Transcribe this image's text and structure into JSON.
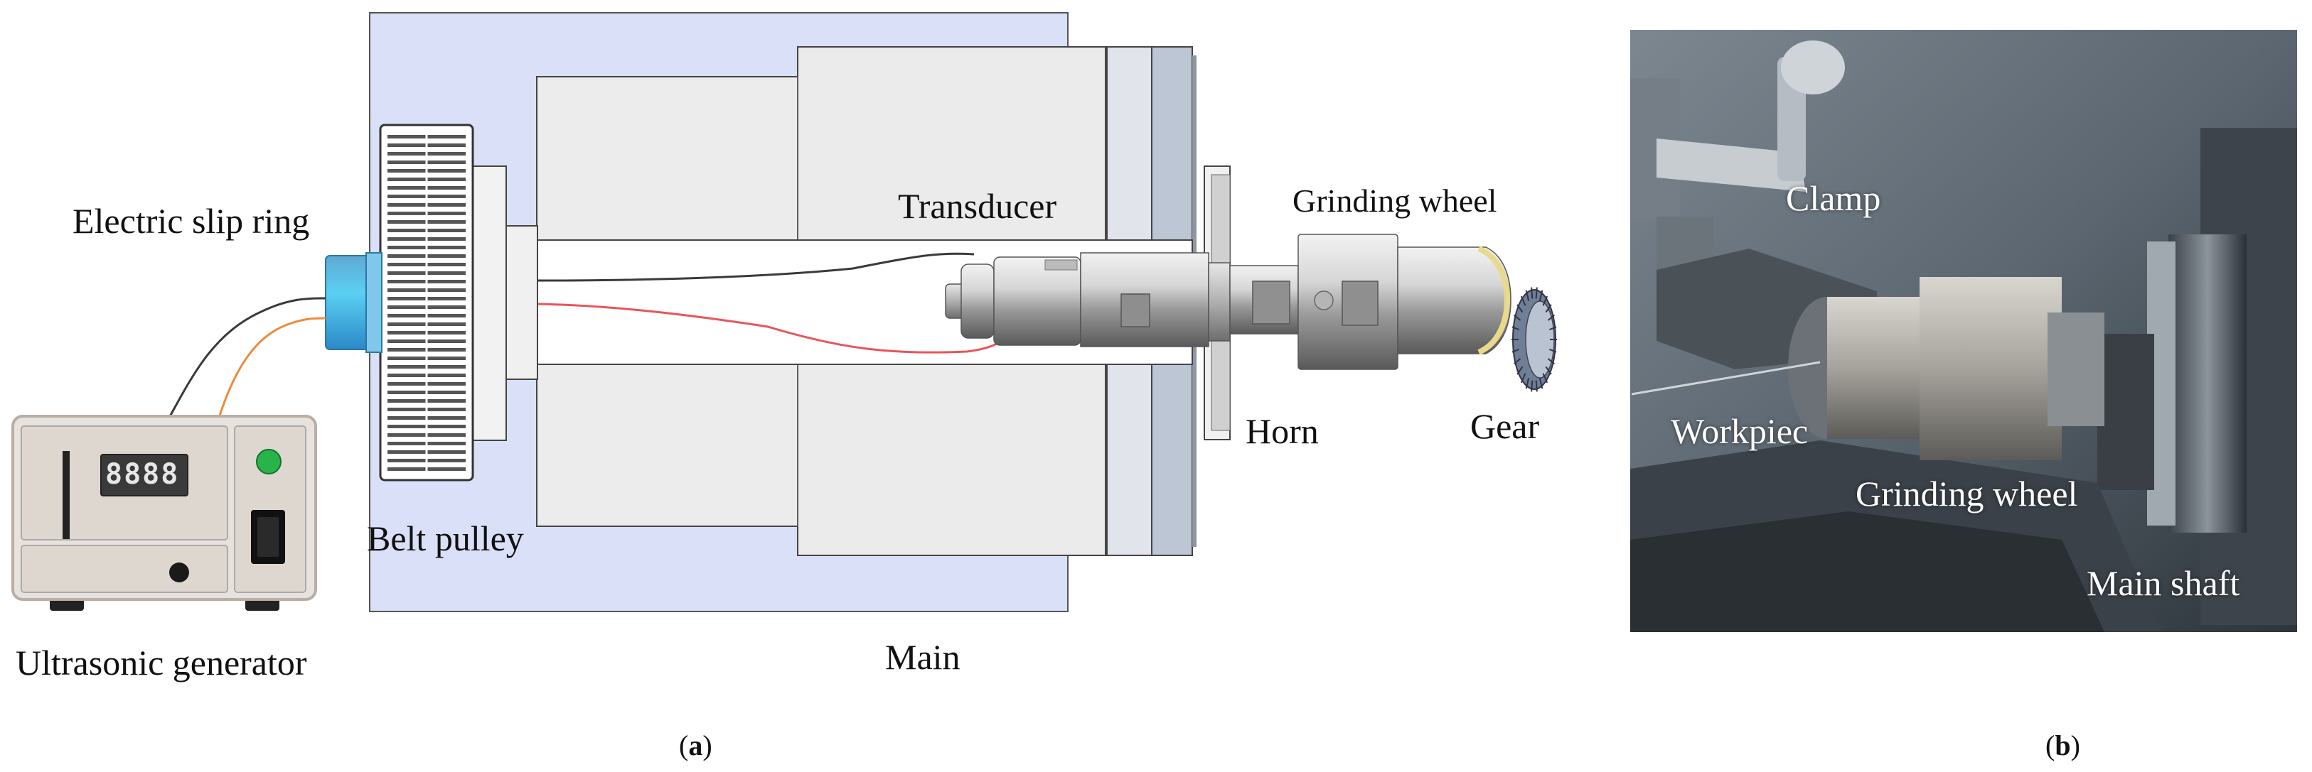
{
  "panel_a": {
    "labels": {
      "slip_ring": "Electric slip ring",
      "generator": "Ultrasonic generator",
      "belt_pulley": "Belt pulley",
      "main": "Main",
      "transducer": "Transducer",
      "grinding_wheel": "Grinding wheel",
      "horn": "Horn",
      "gear": "Gear"
    },
    "display_reading": "8888",
    "caption": {
      "open": "(",
      "letter": "a",
      "close": ")"
    }
  },
  "panel_b": {
    "labels": {
      "clamp": "Clamp",
      "workpiece": "Workpiec",
      "grinding_wheel": "Grinding wheel",
      "main_shaft": "Main shaft"
    },
    "caption": {
      "open": "(",
      "letter": "b",
      "close": ")"
    }
  },
  "colors": {
    "housing_fill": "#d9e0f7",
    "slip_ring": "#36b6e6",
    "wire_black": "#3a3a3a",
    "wire_red": "#e8555a",
    "wire_orange": "#f08a3a",
    "led_green": "#27b54a",
    "generator_body": "#e8e2dc"
  }
}
